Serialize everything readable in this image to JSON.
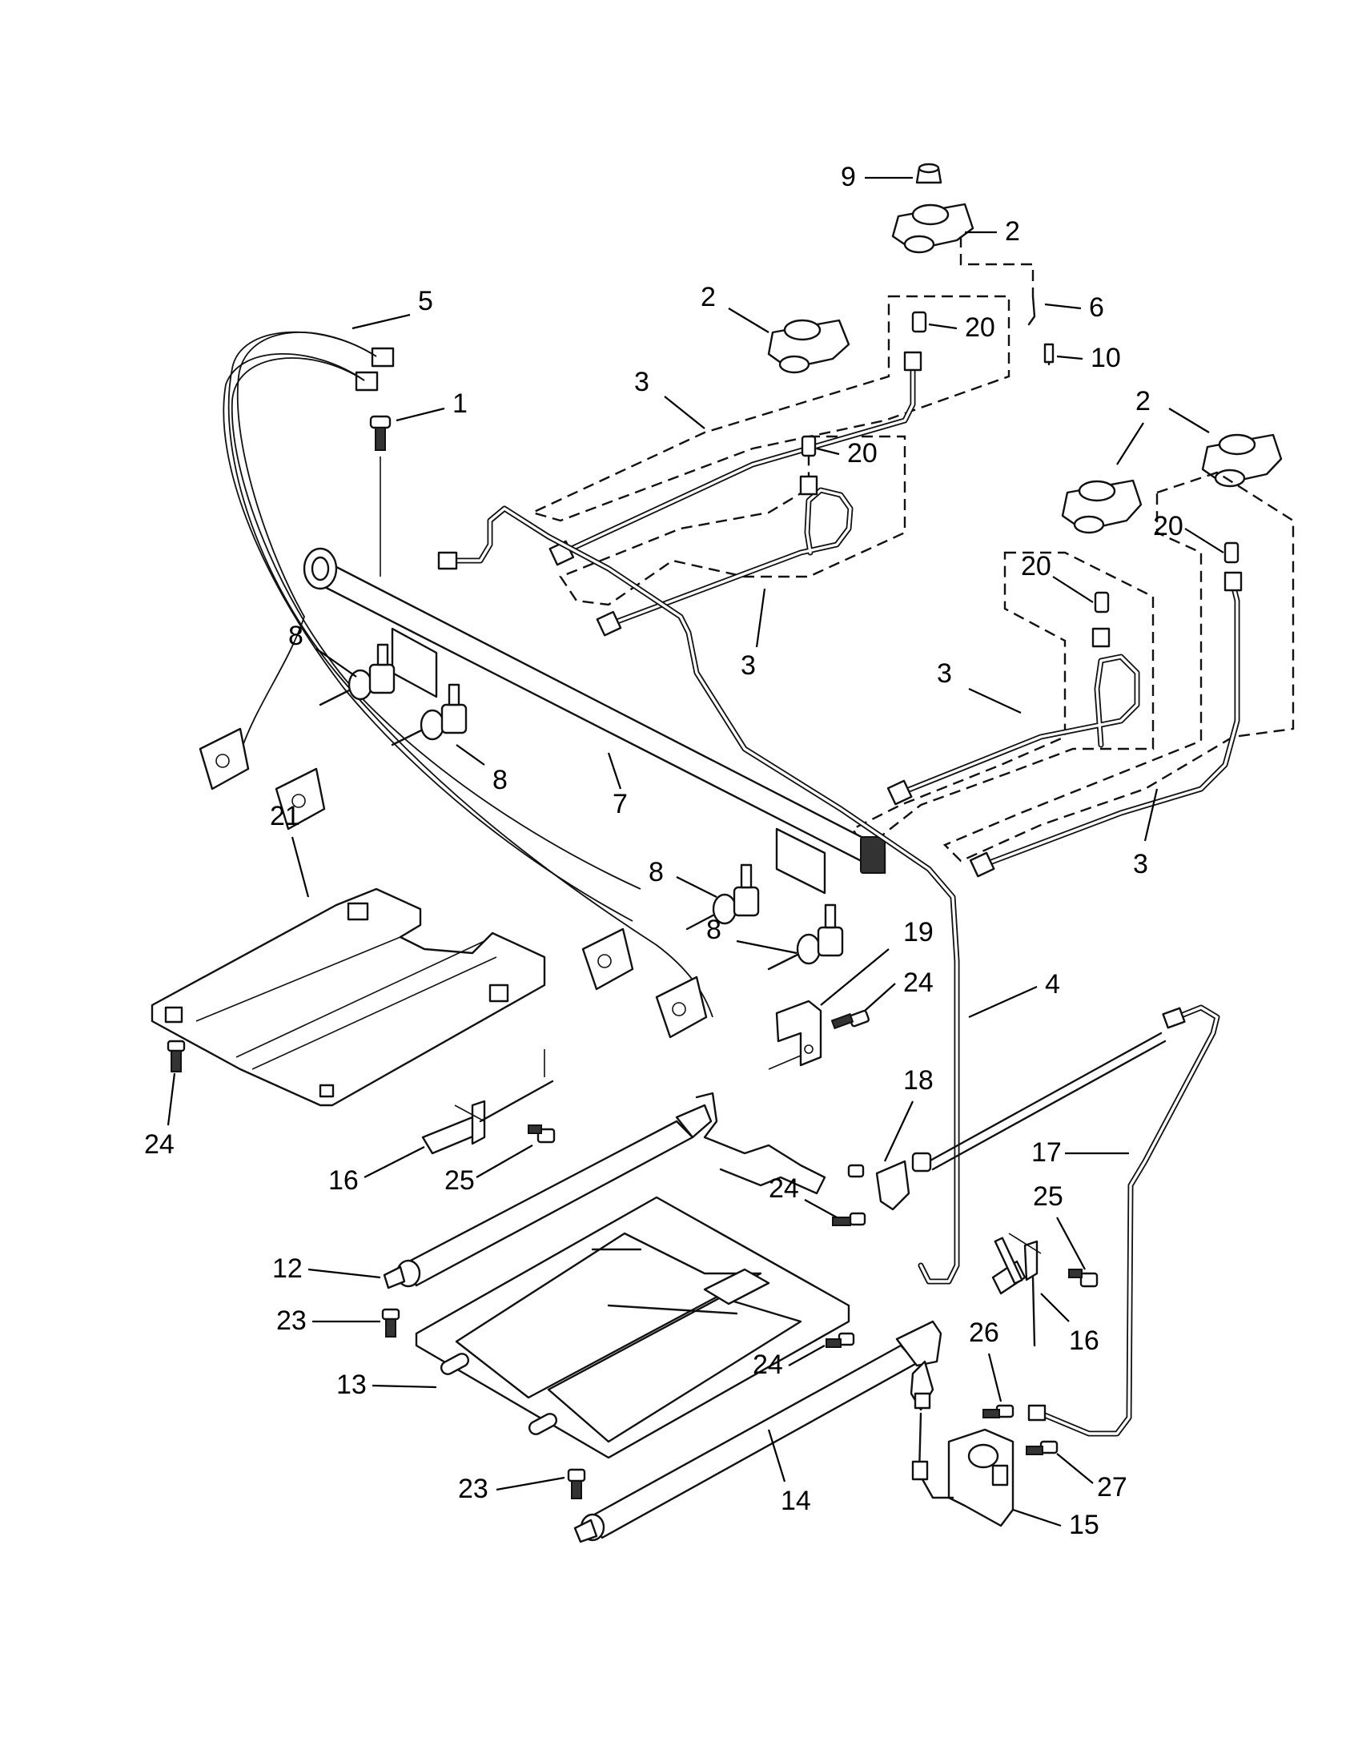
{
  "callouts": [
    {
      "label": "9"
    },
    {
      "label": "2"
    },
    {
      "label": "6"
    },
    {
      "label": "10"
    },
    {
      "label": "2"
    },
    {
      "label": "20"
    },
    {
      "label": "5"
    },
    {
      "label": "1"
    },
    {
      "label": "3"
    },
    {
      "label": "20"
    },
    {
      "label": "2"
    },
    {
      "label": "2"
    },
    {
      "label": "20"
    },
    {
      "label": "20"
    },
    {
      "label": "3"
    },
    {
      "label": "8"
    },
    {
      "label": "3"
    },
    {
      "label": "8"
    },
    {
      "label": "7"
    },
    {
      "label": "3"
    },
    {
      "label": "21"
    },
    {
      "label": "8"
    },
    {
      "label": "8"
    },
    {
      "label": "19"
    },
    {
      "label": "24"
    },
    {
      "label": "4"
    },
    {
      "label": "24"
    },
    {
      "label": "18"
    },
    {
      "label": "16"
    },
    {
      "label": "25"
    },
    {
      "label": "17"
    },
    {
      "label": "24"
    },
    {
      "label": "25"
    },
    {
      "label": "12"
    },
    {
      "label": "23"
    },
    {
      "label": "16"
    },
    {
      "label": "26"
    },
    {
      "label": "24"
    },
    {
      "label": "13"
    },
    {
      "label": "23"
    },
    {
      "label": "27"
    },
    {
      "label": "14"
    },
    {
      "label": "15"
    }
  ]
}
